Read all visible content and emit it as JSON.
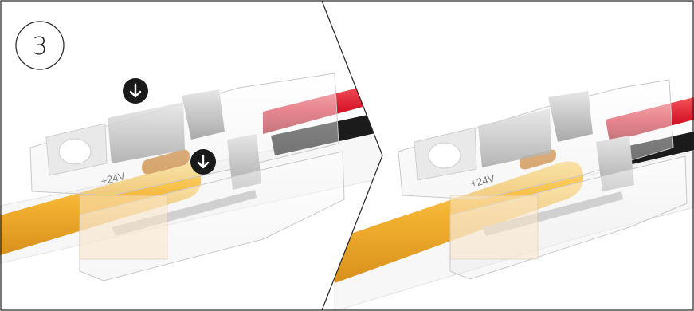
{
  "step": {
    "number": "3"
  },
  "panels": [
    {
      "pcb_marking": "+24V",
      "arrows": [
        "arrow-down-icon",
        "arrow-down-icon"
      ]
    },
    {
      "pcb_marking": "+24V"
    }
  ],
  "colors": {
    "frame": "#222222",
    "wire_red": "#d8192b",
    "wire_black": "#1b1b1b",
    "cable_yellow": "#f1b02f",
    "copper_pad": "#c8781e",
    "clip_metal": "#bfbfbf",
    "arrow_badge": "#1a1a1a"
  }
}
